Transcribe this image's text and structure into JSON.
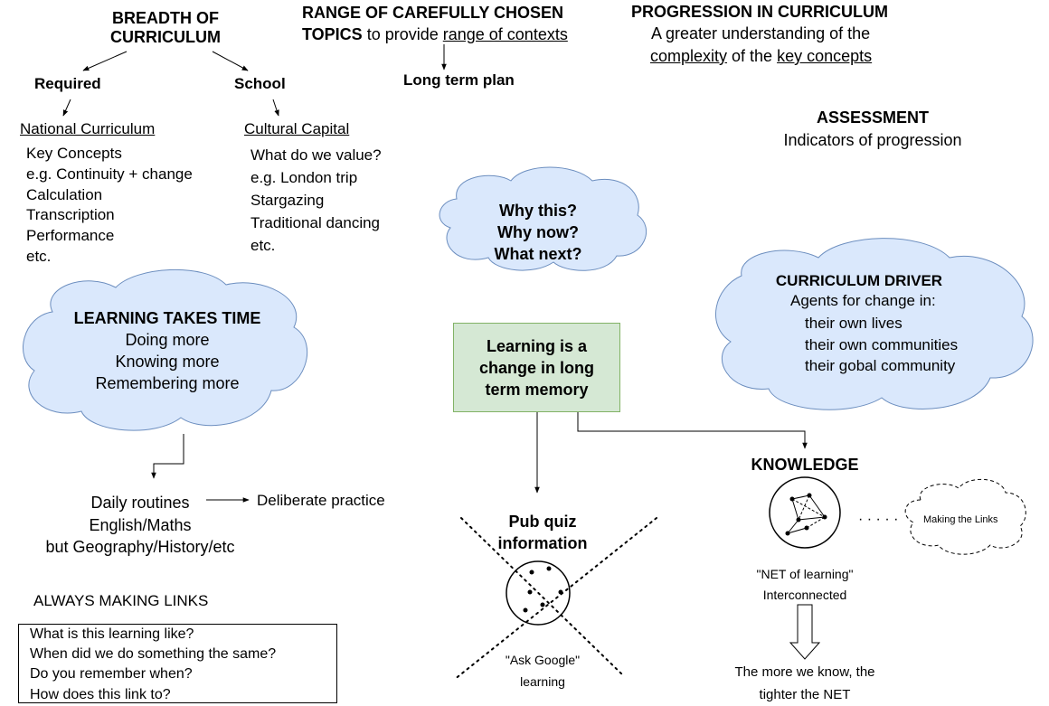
{
  "breadth": {
    "title_line1": "BREADTH OF",
    "title_line2": "CURRICULUM",
    "required": "Required",
    "school": "School"
  },
  "national": {
    "heading": "National Curriculum",
    "items": [
      "Key Concepts",
      "e.g. Continuity + change",
      "Calculation",
      "Transcription",
      "Performance",
      "etc."
    ]
  },
  "cultural": {
    "heading": "Cultural Capital",
    "items": [
      "What do we value?",
      "e.g. London trip",
      "Stargazing",
      "Traditional dancing",
      "etc."
    ]
  },
  "range": {
    "line1": "RANGE OF CAREFULLY CHOSEN",
    "bold2": "TOPICS",
    "plain2": " to provide ",
    "underline2": "range of contexts",
    "plan": "Long term plan"
  },
  "progression": {
    "title": "PROGRESSION IN CURRICULUM",
    "line1": "A greater understanding of the",
    "underline_a": "complexity",
    "mid": " of the ",
    "underline_b": "key concepts"
  },
  "assessment": {
    "title": "ASSESSMENT",
    "subtitle": "Indicators of progression"
  },
  "why_cloud": {
    "lines": [
      "Why this?",
      "Why now?",
      "What next?"
    ]
  },
  "learning_time": {
    "title": "LEARNING TAKES TIME",
    "lines": [
      "Doing more",
      "Knowing more",
      "Remembering more"
    ]
  },
  "driver": {
    "title": "CURRICULUM DRIVER",
    "subtitle": "Agents for change in:",
    "lines": [
      "their own lives",
      "their own communities",
      "their gobal community"
    ]
  },
  "ltm": {
    "lines": [
      "Learning is a",
      "change in long",
      "term memory"
    ]
  },
  "routines": {
    "lines": [
      "Daily routines",
      "English/Maths",
      "but Geography/History/etc"
    ],
    "practice": "Deliberate practice"
  },
  "links": {
    "title": "ALWAYS MAKING LINKS",
    "questions": [
      "What is this learning like?",
      "When did we do something the same?",
      "Do you remember when?",
      "How does this link to?"
    ]
  },
  "pubquiz": {
    "lines": [
      "Pub quiz",
      "information"
    ],
    "caption": [
      "\"Ask Google\"",
      "learning"
    ]
  },
  "knowledge": {
    "title": "KNOWLEDGE",
    "dots": "· · · · ·",
    "cloud_label": "Making the Links",
    "net_caption": [
      "\"NET of learning\"",
      "Interconnected"
    ],
    "result": [
      "The more we know, the",
      "tighter the NET"
    ]
  },
  "colors": {
    "cloud_fill": "#dae8fc",
    "cloud_stroke": "#6c8ebf",
    "green_fill": "#d5e8d4",
    "green_stroke": "#82b366"
  }
}
